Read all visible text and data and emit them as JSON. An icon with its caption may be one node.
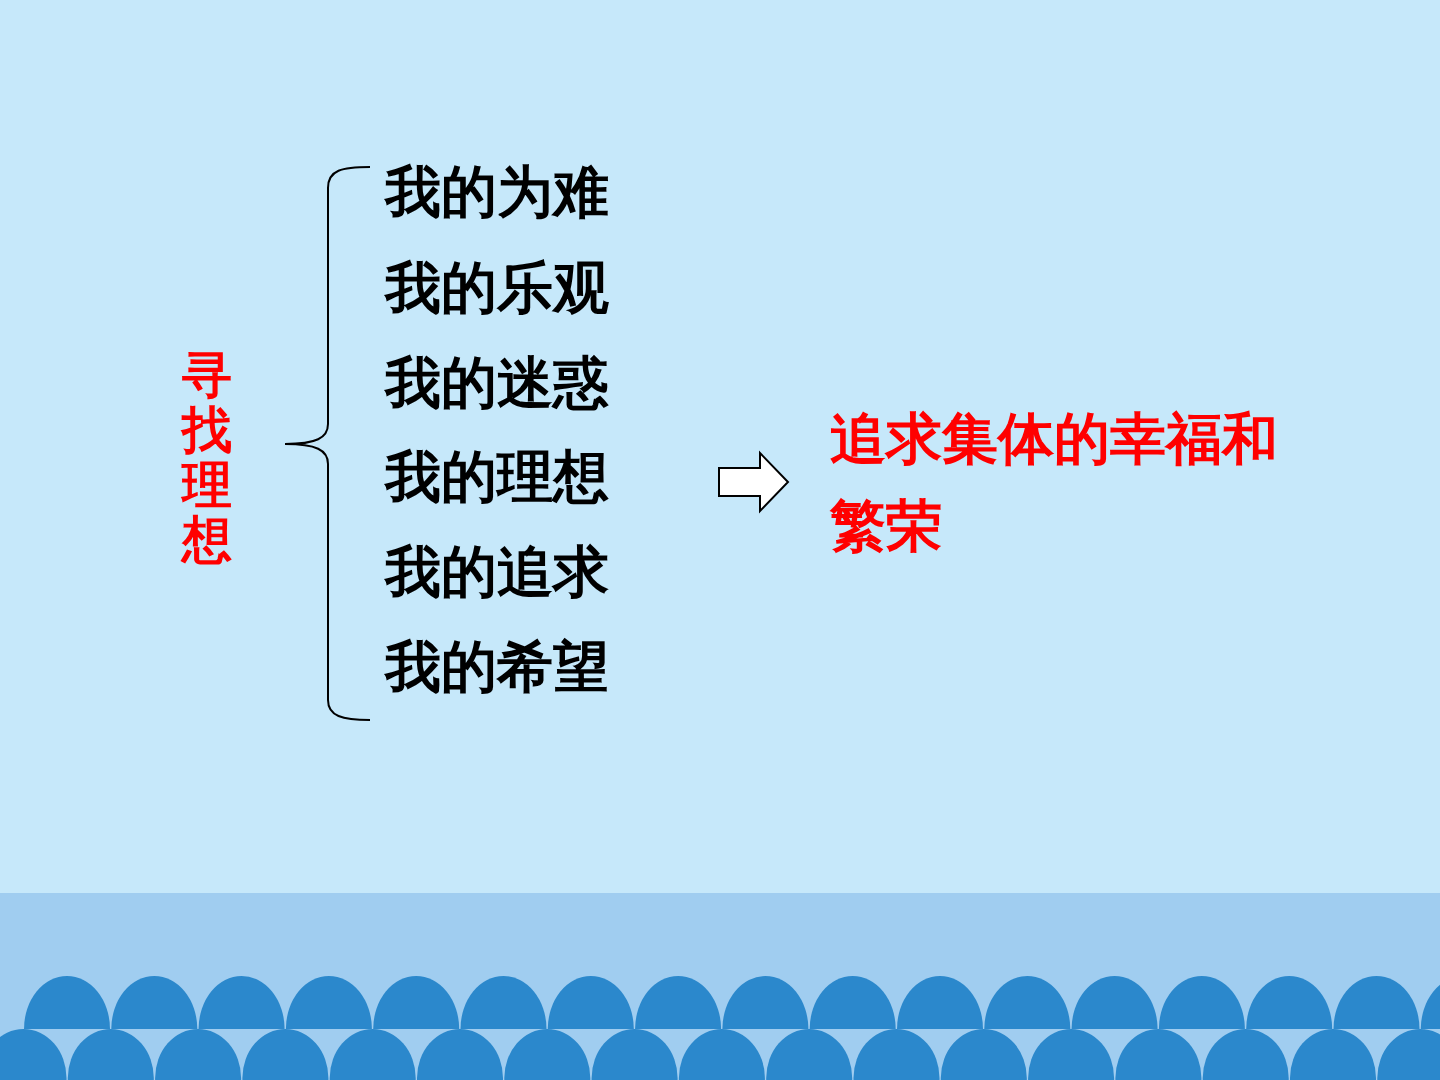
{
  "diagram": {
    "nodes": [
      {
        "text": [
          "寻找理想"
        ]
      },
      {
        "text": [
          "我的为难"
        ]
      },
      {
        "text": [
          "我的乐观"
        ]
      },
      {
        "text": [
          "我的迷惑"
        ]
      },
      {
        "text": [
          "我的理想"
        ]
      },
      {
        "text": [
          "我的追求"
        ]
      },
      {
        "text": [
          "我的希望"
        ]
      },
      {
        "text": [
          "追求集体的幸福和繁荣"
        ]
      }
    ],
    "edges": [
      {
        "from": null,
        "to": 7,
        "arrow": "to"
      }
    ]
  }
}
